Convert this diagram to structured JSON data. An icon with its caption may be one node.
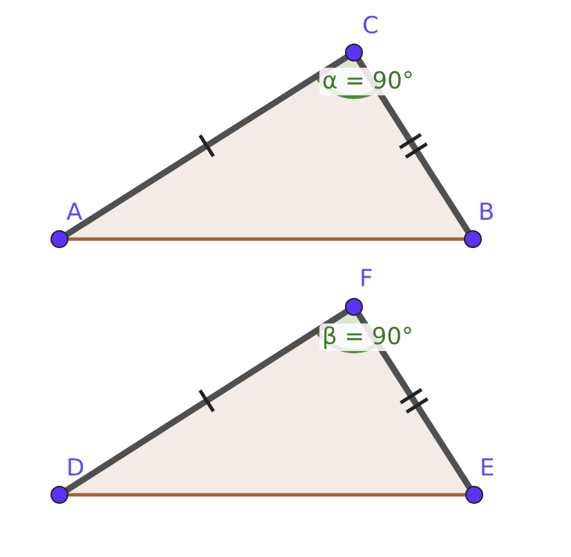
{
  "diagram": {
    "labels": [
      "C",
      "α = 90°",
      "A",
      "B",
      "F",
      "β = 90°",
      "D",
      "E"
    ]
  }
}
